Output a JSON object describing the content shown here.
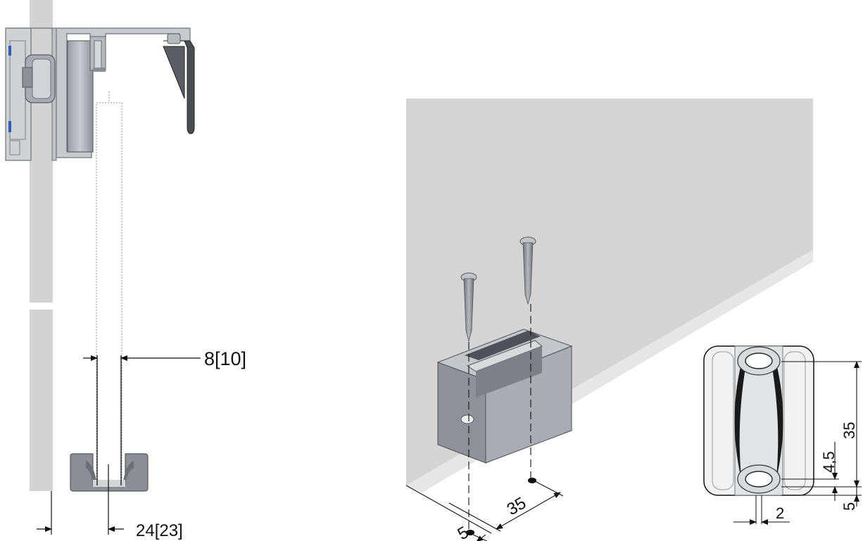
{
  "dimensions": {
    "glass_thickness": "8[10]",
    "offset_width": "24[23]",
    "edge_offset": "5",
    "spacing": "35",
    "guide_height": "35",
    "hole_pitch": "4,5",
    "edge_margin": "5",
    "hole_width": "2"
  }
}
